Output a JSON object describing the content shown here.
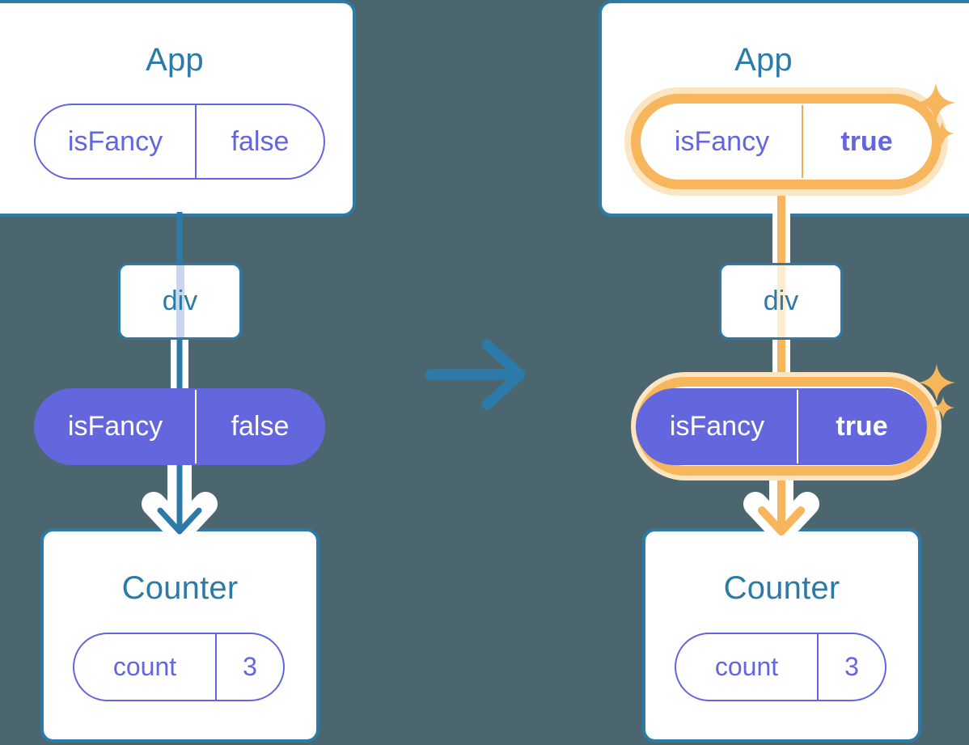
{
  "diagram": {
    "title": "React state update propagation",
    "background_color": "#4c6670",
    "colors": {
      "box_border": "#2b7aa8",
      "title_text": "#2b7aa8",
      "pill_purple": "#6366dd",
      "highlight_orange": "#f7b55c",
      "highlight_glow": "#fce5c0",
      "wire_blue": "#2b7aa8",
      "wire_white": "#ffffff"
    }
  },
  "before": {
    "app": {
      "title": "App",
      "state_pill": {
        "name": "isFancy",
        "value": "false",
        "highlighted": false,
        "filled": false
      }
    },
    "div": {
      "label": "div"
    },
    "props_pill": {
      "name": "isFancy",
      "value": "false",
      "highlighted": false,
      "filled": true
    },
    "counter": {
      "title": "Counter",
      "state_pill": {
        "name": "count",
        "value": "3",
        "highlighted": false,
        "filled": false
      }
    }
  },
  "transition": {
    "icon": "arrow-right-icon"
  },
  "after": {
    "app": {
      "title": "App",
      "state_pill": {
        "name": "isFancy",
        "value": "true",
        "highlighted": true,
        "filled": false
      },
      "sparkles": [
        "sparkle-large",
        "sparkle-small"
      ]
    },
    "div": {
      "label": "div"
    },
    "props_pill": {
      "name": "isFancy",
      "value": "true",
      "highlighted": true,
      "filled": true
    },
    "counter": {
      "title": "Counter",
      "state_pill": {
        "name": "count",
        "value": "3",
        "highlighted": false,
        "filled": false
      }
    }
  }
}
